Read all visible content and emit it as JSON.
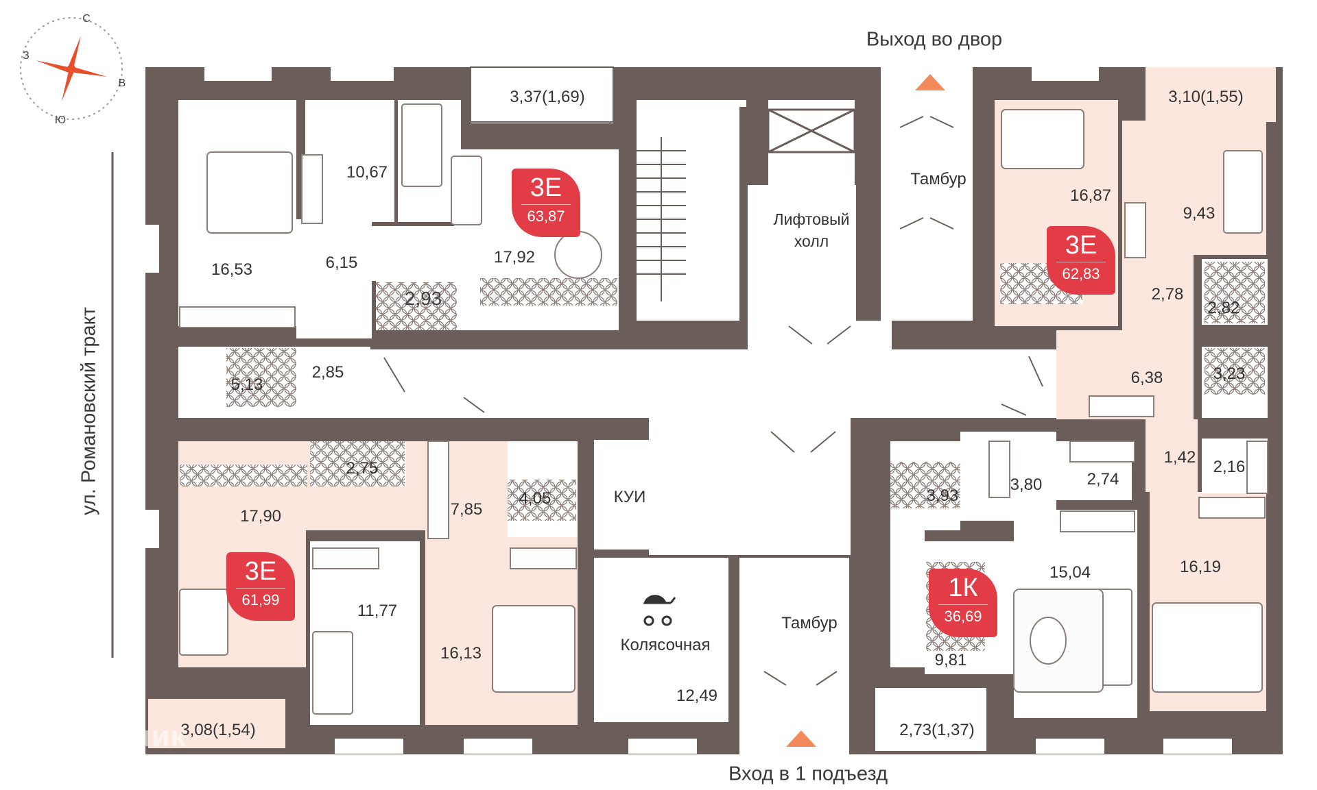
{
  "labels": {
    "exit_courtyard": "Выход во двор",
    "entrance": "Вход в 1 подъезд",
    "street": "ул. Романовский тракт",
    "lift_hall": "Лифтовый\nхолл",
    "tambur_top": "Тамбур",
    "tambur_bottom": "Тамбур",
    "kui": "КУИ",
    "stroller_room": "Колясочная",
    "watermark": "ДомКлик"
  },
  "compass": {
    "n": "С",
    "e": "В",
    "s": "Ю",
    "w": "З"
  },
  "apartments": [
    {
      "type": "3Е",
      "area": "63,87"
    },
    {
      "type": "3Е",
      "area": "62,83"
    },
    {
      "type": "3Е",
      "area": "61,99"
    },
    {
      "type": "1К",
      "area": "36,69"
    }
  ],
  "rooms": {
    "a1_bed": "16,53",
    "a1_small": "10,67",
    "a1_hall": "6,15",
    "a1_living": "17,92",
    "a1_balcony": "3,37(1,69)",
    "a1_wc": "2,93",
    "a1_bath": "5,13",
    "a1_corr": "2,85",
    "a2_balcony": "3,10(1,55)",
    "a2_living": "16,87",
    "a2_small": "9,43",
    "a2_corr1": "2,78",
    "a2_wc1": "2,82",
    "a2_hall": "6,38",
    "a2_wc2": "3,23",
    "a2_corr2": "1,42",
    "a2_store": "2,16",
    "a2_bed": "16,19",
    "a3_living": "17,90",
    "a3_wc": "2,75",
    "a3_hall": "7,85",
    "a3_bath": "4,05",
    "a3_small": "11,77",
    "a3_bed": "16,13",
    "a3_balcony": "3,08(1,54)",
    "a4_bath": "3,93",
    "a4_hall": "3,80",
    "a4_store": "2,74",
    "a4_room": "15,04",
    "a4_kitchen": "9,81",
    "a4_balcony": "2,73(1,37)",
    "stroller_area": "12,49"
  },
  "colors": {
    "wall": "#6b5e5a",
    "badge": "#e23c46",
    "apartment_highlight": "#fbe7de",
    "arrow": "#f28a5b",
    "compass_needle": "#e8502a"
  }
}
